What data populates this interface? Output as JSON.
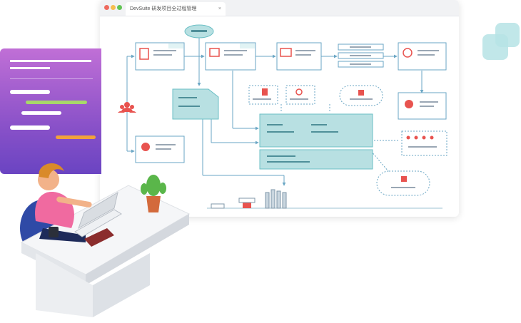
{
  "window": {
    "tab_title": "DevSuite 研发项目全过程管理",
    "tab_close": "×"
  },
  "colors": {
    "accent_red": "#e8534f",
    "teal": "#b8e0e2",
    "teal_border": "#6bbfc5",
    "line": "#6aa6c4",
    "purple_top": "#c06fd6",
    "purple_bottom": "#6a44c2",
    "lime": "#a8d86a",
    "orange": "#f2a23a"
  },
  "icons": [
    "document-icon",
    "browser-window-icon",
    "monitor-check-icon",
    "sync-user-icon",
    "team-icon",
    "bug-icon",
    "org-chart-icon",
    "tools-icon",
    "gears-icon",
    "cactus-plant",
    "laptop",
    "coffee-mug",
    "book",
    "books-shelf",
    "developer-person"
  ]
}
